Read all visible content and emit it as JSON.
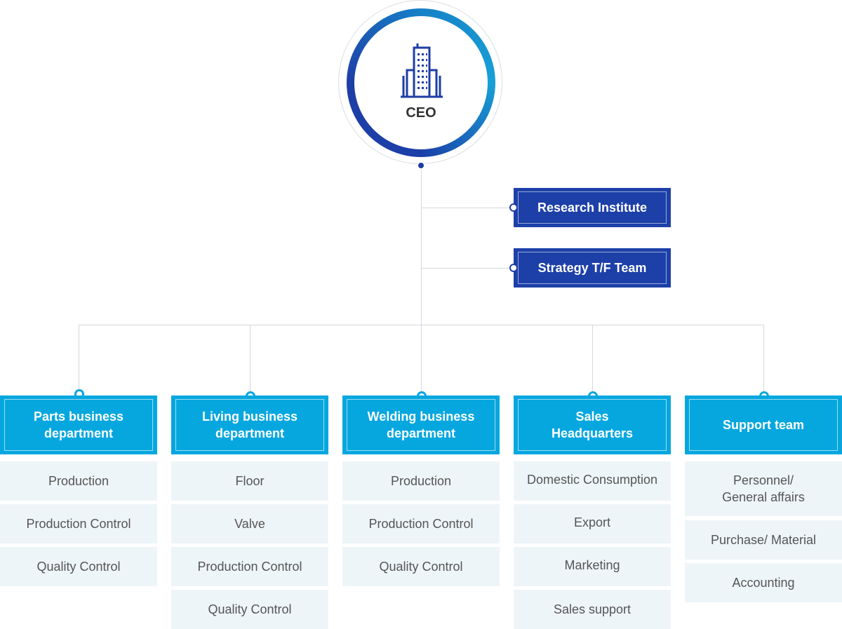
{
  "ceo": {
    "label": "CEO"
  },
  "staff": [
    {
      "label": "Research Institute"
    },
    {
      "label": "Strategy T/F Team"
    }
  ],
  "departments": [
    {
      "label": "Parts business\ndepartment",
      "items": [
        "Production",
        "Production Control",
        "Quality Control"
      ]
    },
    {
      "label": "Living business\ndepartment",
      "items": [
        "Floor",
        "Valve",
        "Production Control",
        "Quality Control"
      ]
    },
    {
      "label": "Welding business\ndepartment",
      "items": [
        "Production",
        "Production Control",
        "Quality Control"
      ]
    },
    {
      "label": "Sales\nHeadquarters",
      "items": [
        "Domestic Consumption",
        "Export",
        "Marketing",
        "Sales support"
      ]
    },
    {
      "label": "Support team",
      "items": [
        "Personnel/\nGeneral affairs",
        "Purchase/ Material",
        "Accounting"
      ]
    }
  ],
  "colors": {
    "ceo_ring": "#1b3fa8",
    "staff_box": "#1d40a8",
    "dept_box": "#06a7df",
    "sub_box": "#eef5f9",
    "connector": "#d4d8de"
  },
  "icons": {
    "ceo": "building-icon"
  }
}
